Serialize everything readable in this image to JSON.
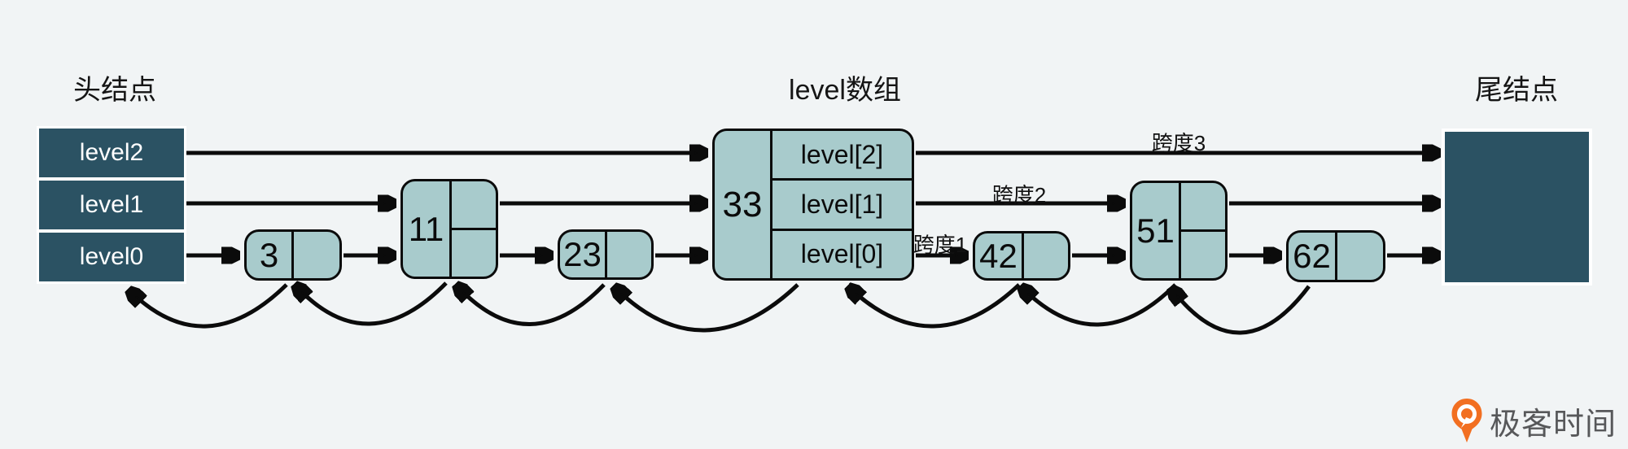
{
  "titles": {
    "head": "头结点",
    "level_array": "level数组",
    "tail": "尾结点"
  },
  "head_node": {
    "levels": [
      "level2",
      "level1",
      "level0"
    ]
  },
  "center_node": {
    "value": "33",
    "levels": [
      "level[2]",
      "level[1]",
      "level[0]"
    ]
  },
  "nodes": {
    "n3": "3",
    "n11": "11",
    "n23": "23",
    "n42": "42",
    "n51": "51",
    "n62": "62"
  },
  "span_labels": {
    "span1": "跨度1",
    "span2": "跨度2",
    "span3": "跨度3"
  },
  "logo": {
    "text": "极客时间"
  },
  "colors": {
    "background": "#f1f4f5",
    "dark_node": "#2b5263",
    "light_node": "#a8cbcc",
    "line": "#0b0b0b",
    "logo_orange": "#f26f21",
    "logo_text": "#57585a"
  }
}
